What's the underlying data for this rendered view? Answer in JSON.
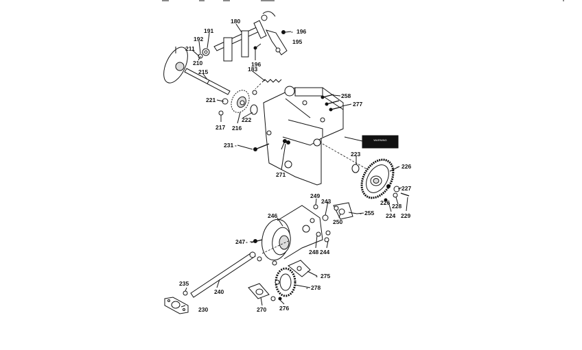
{
  "diagram": {
    "part_labels": [
      "180",
      "191",
      "192",
      "211",
      "210",
      "196",
      "195",
      "196",
      "215",
      "183",
      "221",
      "258",
      "217",
      "216",
      "222",
      "277",
      "231",
      "223",
      "271",
      "226",
      "249",
      "243",
      "227",
      "228",
      "224",
      "229",
      "246",
      "250",
      "255",
      "247",
      "248",
      "244",
      "275",
      "235",
      "240",
      "278",
      "230",
      "270",
      "276"
    ],
    "warning_decal_text": "WARNING"
  }
}
